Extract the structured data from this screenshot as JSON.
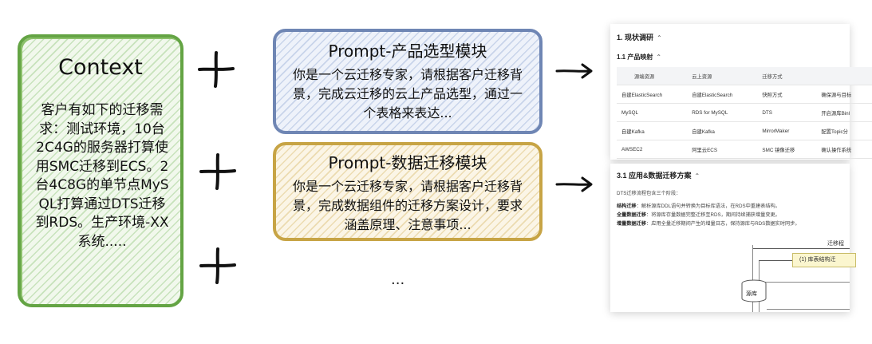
{
  "context": {
    "title": "Context",
    "body": "客户有如下的迁移需求：测试环境，10台 2C4G的服务器打算使用SMC迁移到ECS。2台4C8G的单节点MySQL打算通过DTS迁移到RDS。生产环境-XX系统....."
  },
  "prompts": {
    "product": {
      "title": "Prompt-产品选型模块",
      "body": "你是一个云迁移专家，请根据客户迁移背景，完成云迁移的云上产品选型，通过一个表格来表达..."
    },
    "migration": {
      "title": "Prompt-数据迁移模块",
      "body": "你是一个云迁移专家，请根据客户迁移背景，完成数据组件的迁移方案设计，要求涵盖原理、注意事项..."
    },
    "more": "..."
  },
  "doc_top": {
    "heading": "1. 现状调研",
    "subheading": "1.1 产品映射",
    "table": {
      "headers": [
        "源端资源",
        "云上资源",
        "迁移方式",
        ""
      ],
      "rows": [
        [
          "自建ElasticSearch",
          "自建ElasticSearch",
          "快照方式",
          "确保源与目标"
        ],
        [
          "MySQL",
          "RDS for MySQL",
          "DTS",
          "开启源库Binl"
        ],
        [
          "自建Kafka",
          "自建Kafka",
          "MirrorMaker",
          "配置Topic分"
        ],
        [
          "AWSEC2",
          "阿里云ECS",
          "SMC 镜像迁移",
          "确认操作系统"
        ]
      ]
    }
  },
  "doc_bottom": {
    "heading": "3.1 应用&数据迁移方案",
    "intro": "DTS迁移流程包含三个阶段：",
    "steps": [
      {
        "label": "结构迁移",
        "text": "：解析源库DDL语句并转换为目标库语法，在RDS中重建表结构。"
      },
      {
        "label": "全量数据迁移",
        "text": "：将源库存量数据完整迁移至RDS，期间持续捕获增量变更。"
      },
      {
        "label": "增量数据迁移",
        "text": "：应用全量迁移期间产生的增量日志，保持源库与RDS数据实时同步。"
      }
    ],
    "flow_label": "迁移程",
    "flow_step": "(1) 库表结构迁",
    "source_db": "源库"
  }
}
